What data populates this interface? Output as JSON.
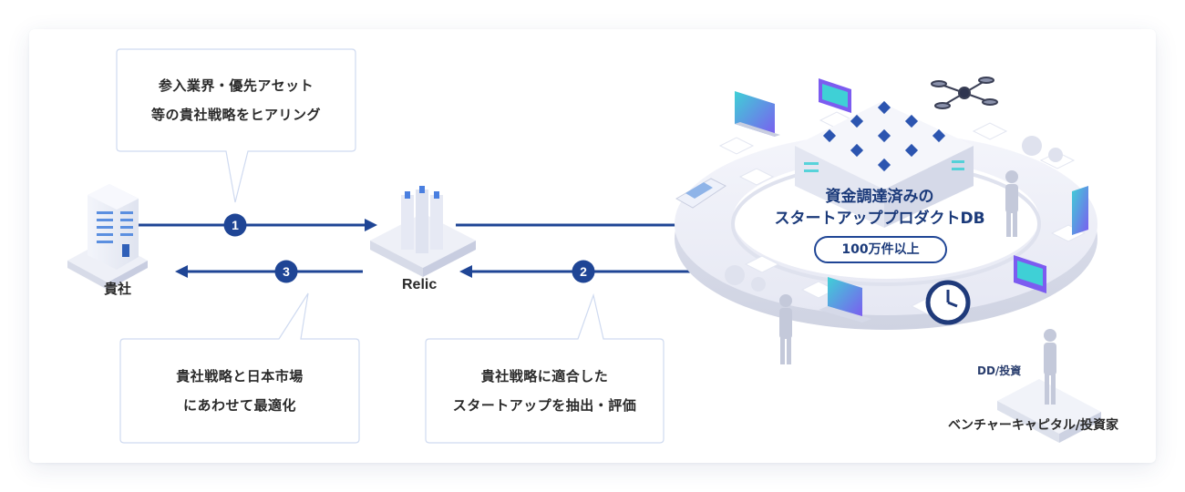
{
  "bubbles": {
    "hearing": {
      "line1": "参入業界・優先アセット",
      "line2": "等の貴社戦略をヒアリング"
    },
    "optimize": {
      "line1": "貴社戦略と日本市場",
      "line2": "にあわせて最適化"
    },
    "evaluate": {
      "line1": "貴社戦略に適合した",
      "line2": "スタートアップを抽出・評価"
    }
  },
  "nodes": {
    "client": "貴社",
    "relic": "Relic"
  },
  "steps": [
    "1",
    "2",
    "3"
  ],
  "database": {
    "title_line1": "資金調達済みの",
    "title_line2": "スタートアッププロダクトDB",
    "count": "100万件以上"
  },
  "investor": {
    "tag": "DD/投資",
    "label": "ベンチャーキャピタル/投資家"
  },
  "colors": {
    "arrow": "#1f4595",
    "accent_teal": "#3fd0d6",
    "accent_purple": "#8b5cf6"
  }
}
